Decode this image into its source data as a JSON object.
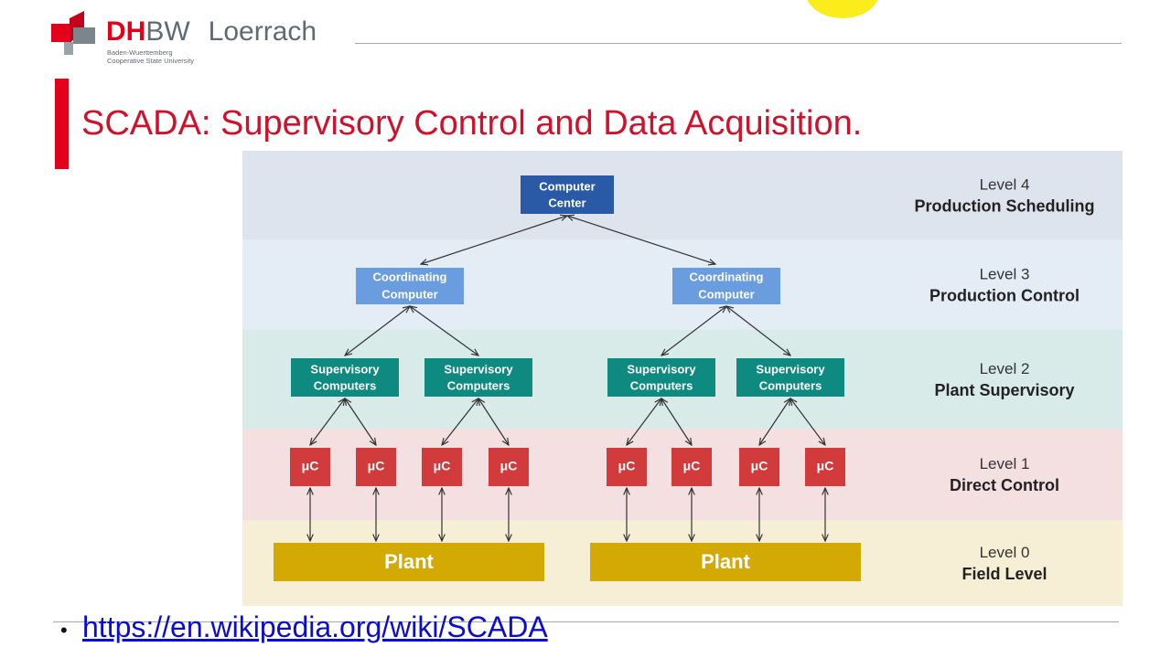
{
  "header": {
    "logo_dh": "DH",
    "logo_bw": "BW",
    "logo_city": "Loerrach",
    "logo_sub_line1": "Baden-Wuerttemberg",
    "logo_sub_line2": "Cooperative State University"
  },
  "slide": {
    "title": "SCADA: Supervisory Control and Data Acquisition."
  },
  "diagram": {
    "levels": [
      {
        "id": "4",
        "level": "Level 4",
        "name": "Production Scheduling",
        "color": "#dde4ed"
      },
      {
        "id": "3",
        "level": "Level 3",
        "name": "Production Control",
        "color": "#e4ecf6"
      },
      {
        "id": "2",
        "level": "Level 2",
        "name": "Plant Supervisory",
        "color": "#d8ebe8"
      },
      {
        "id": "1",
        "level": "Level 1",
        "name": "Direct Control",
        "color": "#f4dfe1"
      },
      {
        "id": "0",
        "level": "Level 0",
        "name": "Field Level",
        "color": "#f6efd5"
      }
    ],
    "computer_center": {
      "line1": "Computer",
      "line2": "Center",
      "color": "#2a5aa6"
    },
    "coordinating": [
      {
        "line1": "Coordinating",
        "line2": "Computer"
      },
      {
        "line1": "Coordinating",
        "line2": "Computer"
      }
    ],
    "coordinating_color": "#6a9ce0",
    "supervisory": [
      {
        "line1": "Supervisory",
        "line2": "Computers"
      },
      {
        "line1": "Supervisory",
        "line2": "Computers"
      },
      {
        "line1": "Supervisory",
        "line2": "Computers"
      },
      {
        "line1": "Supervisory",
        "line2": "Computers"
      }
    ],
    "supervisory_color": "#0e8a80",
    "controllers": [
      "μC",
      "μC",
      "μC",
      "μC",
      "μC",
      "μC",
      "μC",
      "μC"
    ],
    "controller_color": "#d23b3b",
    "plants": [
      "Plant",
      "Plant"
    ],
    "plant_color": "#d3a904"
  },
  "footer": {
    "bullet": "•",
    "link": "https://en.wikipedia.org/wiki/SCADA"
  },
  "colors": {
    "accent_red": "#e2001a",
    "title_red": "#d0112b",
    "link_blue": "#0b0bd6",
    "logo_gray": "#5f6b73",
    "highlight_yellow": "#fbec1c"
  }
}
